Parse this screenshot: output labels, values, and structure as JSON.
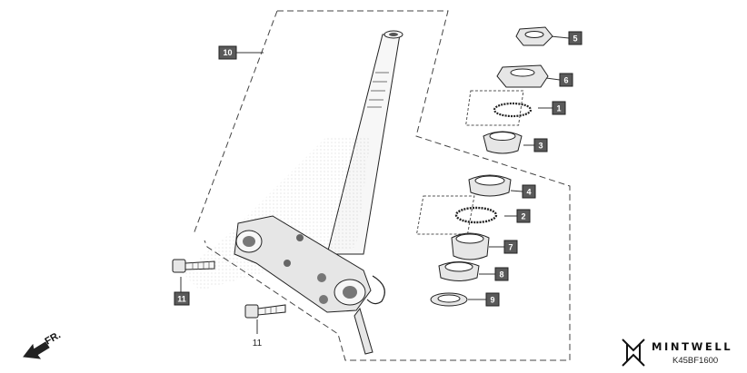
{
  "callouts": {
    "p1": "1",
    "p2": "2",
    "p3": "3",
    "p4": "4",
    "p5": "5",
    "p6": "6",
    "p7": "7",
    "p8": "8",
    "p9": "9",
    "p10": "10",
    "p11": "11",
    "p11b": "11"
  },
  "direction_label": "FR.",
  "brand": {
    "name": "MINTWELL",
    "diagram_code": "K45BF1600"
  },
  "colors": {
    "tag_fill": "#5a5a5a",
    "line": "#333333"
  }
}
